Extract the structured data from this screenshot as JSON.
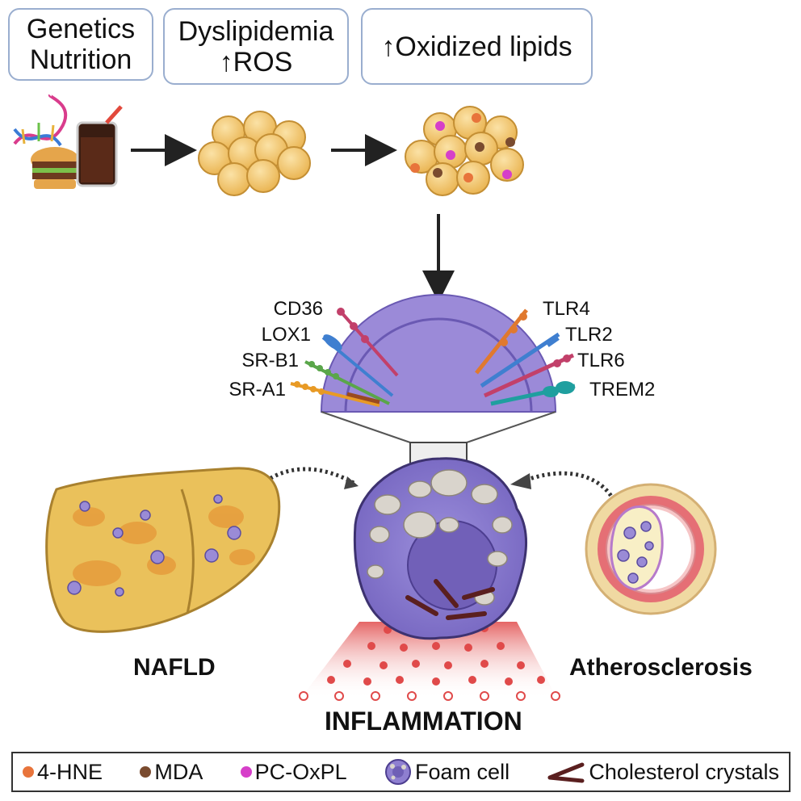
{
  "top_boxes": [
    {
      "line1": "Genetics",
      "line2": "Nutrition"
    },
    {
      "line1": "Dyslipidemia",
      "line2": "↑ROS"
    },
    {
      "line1": "↑Oxidized lipids",
      "line2": ""
    }
  ],
  "receptors_left": [
    "CD36",
    "LOX1",
    "SR-B1",
    "SR-A1"
  ],
  "receptors_right": [
    "TLR4",
    "TLR2",
    "TLR6",
    "TREM2"
  ],
  "labels": {
    "nafld": "NAFLD",
    "atherosclerosis": "Atherosclerosis",
    "inflammation": "INFLAMMATION"
  },
  "legend": {
    "hne": "4-HNE",
    "mda": "MDA",
    "pcoxpl": "PC-OxPL",
    "foam": "Foam cell",
    "crystals": "Cholesterol crystals"
  },
  "colors": {
    "hne": "#e8743b",
    "mda": "#7a4b2f",
    "pcoxpl": "#d63fc9",
    "lipid_droplet": "#f2c46d",
    "cell_purple": "#8e7fd0",
    "box_border": "#9aaecf",
    "inflammation_red": "#e04a4a"
  }
}
